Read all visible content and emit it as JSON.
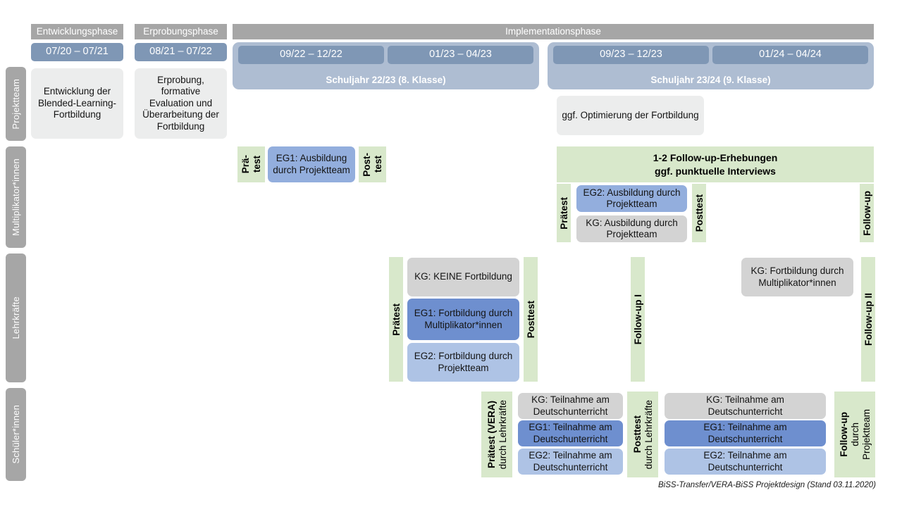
{
  "diagram": {
    "title": "BiSS-Transfer/VERA-BiSS Projektdesign",
    "footer": "BiSS-Transfer/VERA-BiSS Projektdesign (Stand 03.11.2020)",
    "colors": {
      "phase_header": "#a6a6a6",
      "period_chip": "#7f97b5",
      "school_year_band": "#aebdd2",
      "row_label": "#a6a6a6",
      "green_marker": "#d8e8cb",
      "box_grey_light": "#eceded",
      "box_grey": "#d3d3d3",
      "box_blue_mid": "#93aedd",
      "box_blue_dark": "#6e8fcf",
      "box_blue_light": "#aec3e5"
    }
  },
  "phases": [
    {
      "label": "Entwicklungsphase"
    },
    {
      "label": "Erprobungsphase"
    },
    {
      "label": "Implementationsphase"
    }
  ],
  "periods": [
    {
      "label": "07/20 – 07/21"
    },
    {
      "label": "08/21 – 07/22"
    },
    {
      "label": "09/22 – 12/22"
    },
    {
      "label": "01/23 – 04/23"
    },
    {
      "label": "09/23 – 12/23"
    },
    {
      "label": "01/24 – 04/24"
    }
  ],
  "school_years": [
    {
      "label": "Schuljahr 22/23 (8. Klasse)"
    },
    {
      "label": "Schuljahr 23/24 (9. Klasse)"
    }
  ],
  "rows": [
    {
      "label": "Projektteam"
    },
    {
      "label": "Multiplikator*innen"
    },
    {
      "label": "Lehrkräfte"
    },
    {
      "label": "Schüler*innen"
    }
  ],
  "projektteam": {
    "entwicklung": "Entwicklung der Blended-Learning-Fortbildung",
    "erprobung": "Erprobung, formative Evaluation und Überarbeitung der Fortbildung",
    "optimierung": "ggf. Optimierung der Fortbildung"
  },
  "multiplikatoren": {
    "praetest_line1": "Prä-",
    "praetest_line2": "test",
    "eg1": "EG1: Ausbildung durch Projektteam",
    "posttest_line1": "Post-",
    "posttest_line2": "test",
    "followup_band_line1": "1-2 Follow-up-Erhebungen",
    "followup_band_line2": "ggf. punktuelle Interviews",
    "praetest2": "Prätest",
    "eg2": "EG2: Ausbildung durch Projektteam",
    "kg": "KG: Ausbildung durch Projektteam",
    "posttest2": "Posttest",
    "followup": "Follow-up"
  },
  "lehrkraefte": {
    "praetest": "Prätest",
    "kg_keine": "KG:  KEINE Fortbildung",
    "eg1": "EG1: Fortbildung durch Multiplikator*innen",
    "eg2": "EG2: Fortbildung durch Projektteam",
    "posttest": "Posttest",
    "followup1": "Follow-up I",
    "kg_fortbildung": "KG: Fortbildung durch Multiplikator*innen",
    "followup2": "Follow-up II"
  },
  "schueler": {
    "praetest_bold": "Prätest (VERA)",
    "praetest_sub": "durch Lehrkräfte",
    "kg_left": "KG: Teilnahme am Deutschunterricht",
    "eg1_left": "EG1: Teilnahme am Deutschunterricht",
    "eg2_left": "EG2: Teilnahme am Deutschunterricht",
    "posttest_bold": "Posttest",
    "posttest_sub": "durch Lehrkräfte",
    "kg_right": "KG: Teilnahme am Deutschunterricht",
    "eg1_right": "EG1: Teilnahme am Deutschunterricht",
    "eg2_right": "EG2: Teilnahme am Deutschunterricht",
    "followup_bold": "Follow-up",
    "followup_sub1": "durch",
    "followup_sub2": "Projektteam"
  }
}
